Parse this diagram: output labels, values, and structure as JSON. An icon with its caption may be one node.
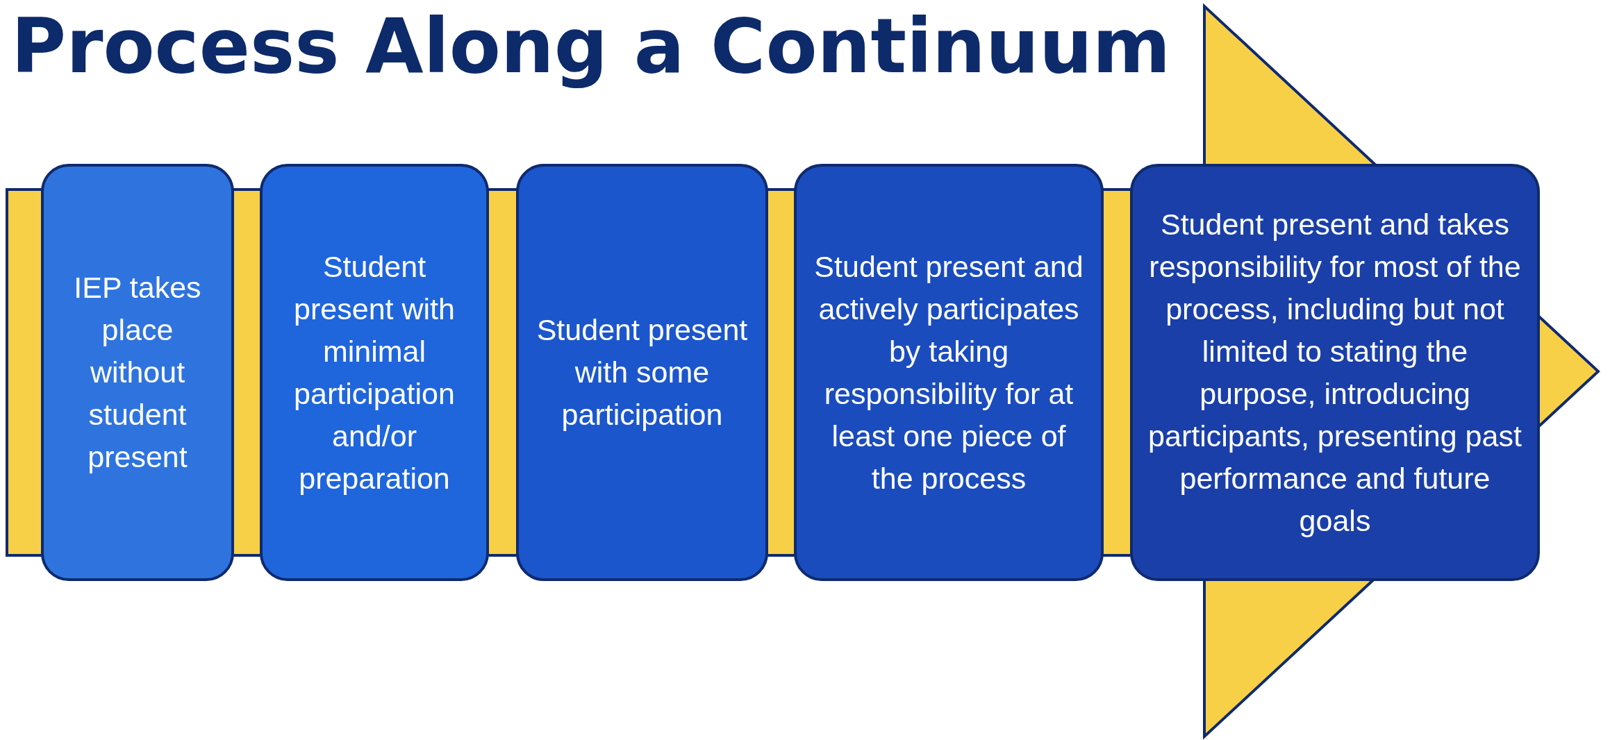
{
  "diagram": {
    "title": "Process Along a Continuum",
    "nodes": [
      {
        "text": [
          "IEP takes place without student present"
        ]
      },
      {
        "text": [
          "Student present with minimal participation and/or preparation"
        ]
      },
      {
        "text": [
          "Student present with some participation"
        ]
      },
      {
        "text": [
          "Student present and actively participates by taking responsibility for at least one piece of the process"
        ]
      },
      {
        "text": [
          "Student present and takes responsibility for most of the process, including but not limited to stating the purpose, introducing participants, presenting past performance and future goals"
        ]
      }
    ]
  }
}
